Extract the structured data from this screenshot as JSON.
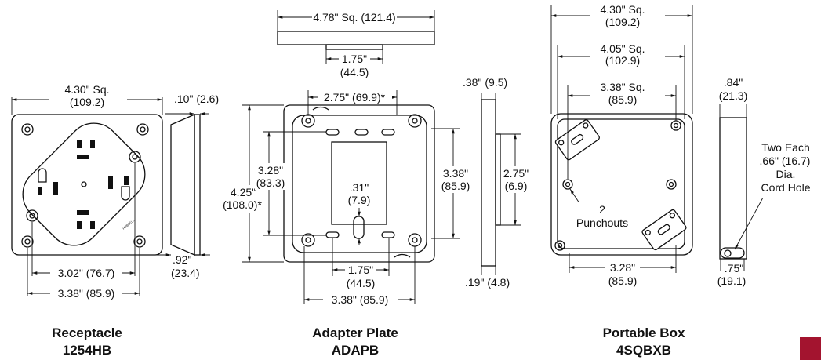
{
  "receptacle": {
    "width_dim": "4.30\" Sq.",
    "width_mm": "(109.2)",
    "depth_top": ".10\" (2.6)",
    "depth_bottom": ".92\"",
    "depth_bottom_mm": "(23.4)",
    "spacing_inner": "3.02\" (76.7)",
    "spacing_outer": "3.38\" (85.9)",
    "caption_name": "Receptacle",
    "caption_model": "1254HB"
  },
  "adapter": {
    "top_width": "4.78\" Sq. (121.4)",
    "top_center": "1.75\"",
    "top_center_mm": "(44.5)",
    "hole_span": "2.75\" (69.9)*",
    "height_in": "4.25\"",
    "height_mm": "(108.0)*",
    "inner_height": "3.28\"",
    "inner_height_mm": "(83.3)",
    "slot": ".31\"",
    "slot_mm": "(7.9)",
    "right_height": "3.38\"",
    "right_height_mm": "(85.9)",
    "bottom_center": "1.75\"",
    "bottom_center_mm": "(44.5)",
    "bottom_width": "3.38\" (85.9)",
    "side_top": ".38\" (9.5)",
    "side_height": "2.75\"",
    "side_height_mm": "(6.9)",
    "side_bottom": ".19\" (4.8)",
    "caption_name": "Adapter Plate",
    "caption_model": "ADAPB"
  },
  "portable": {
    "outer": "4.30\" Sq.",
    "outer_mm": "(109.2)",
    "mid": "4.05\" Sq.",
    "mid_mm": "(102.9)",
    "inner": "3.38\" Sq.",
    "inner_mm": "(85.9)",
    "punch_count": "2",
    "punch_label": "Punchouts",
    "bottom": "3.28\"",
    "bottom_mm": "(85.9)",
    "side_top": ".84\"",
    "side_top_mm": "(21.3)",
    "cord_1": "Two Each",
    "cord_2": ".66\" (16.7)",
    "cord_3": "Dia.",
    "cord_4": "Cord Hole",
    "side_bottom": ".75\"",
    "side_bottom_mm": "(19.1)",
    "caption_name": "Portable Box",
    "caption_model": "4SQBXB"
  },
  "colors": {
    "line": "#111111",
    "accent_square": "#a3142f"
  }
}
